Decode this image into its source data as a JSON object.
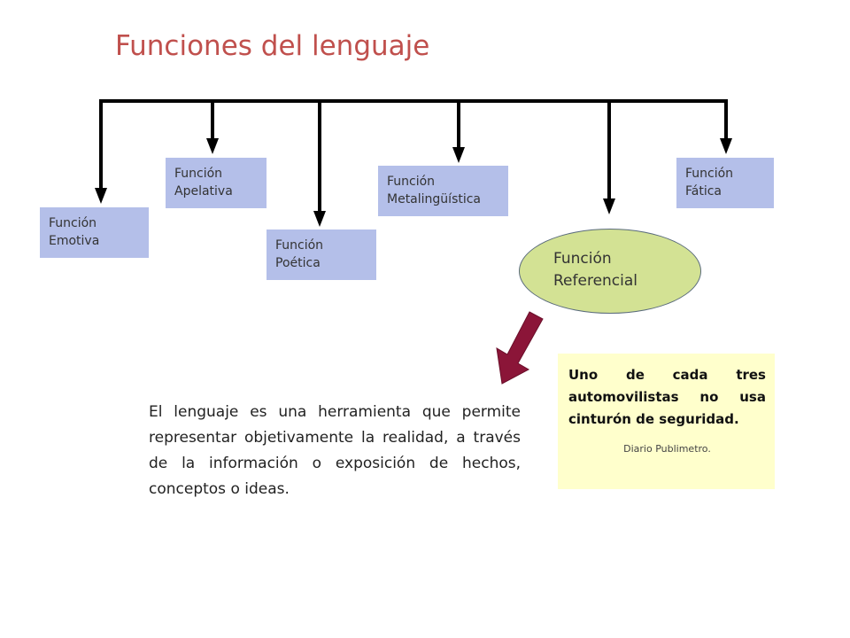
{
  "title": "Funciones del lenguaje",
  "functions": {
    "emotiva": "Función Emotiva",
    "apelativa": "Función Apelativa",
    "poetica": "Función Poética",
    "metalinguistica": "Función Metalingüística",
    "referencial": "Función Referencial",
    "fatica": "Función Fática"
  },
  "description": "El lenguaje es una herramienta que permite representar objetivamente la realidad, a través de la información o exposición de hechos, conceptos o ideas.",
  "example": {
    "quote": "Uno de cada tres automovilistas no usa cinturón de seguridad.",
    "source": "Diario Publimetro."
  },
  "colors": {
    "title": "#c0504d",
    "box_fill": "#b4bfe9",
    "ellipse_fill": "#d3e294",
    "arrow": "#8b1538",
    "note_fill": "#ffffcc"
  }
}
